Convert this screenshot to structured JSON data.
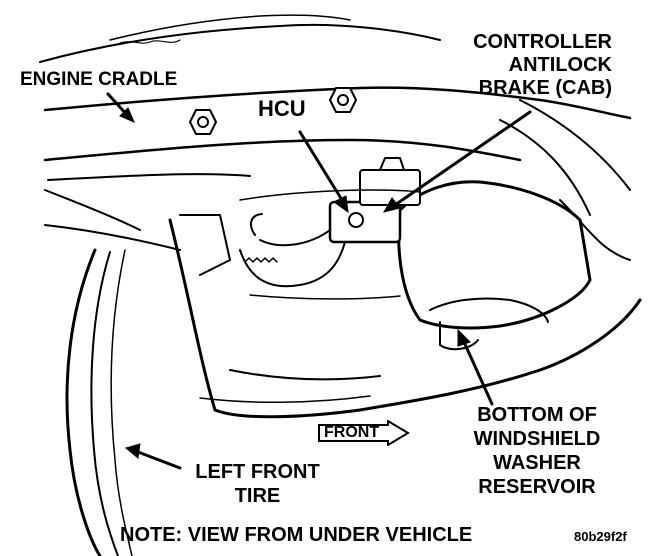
{
  "labels": {
    "controller_line1": "CONTROLLER",
    "controller_line2": "ANTILOCK",
    "controller_line3": "BRAKE (CAB)",
    "engine_cradle": "ENGINE CRADLE",
    "hcu": "HCU",
    "bottom_line1": "BOTTOM OF",
    "bottom_line2": "WINDSHIELD",
    "bottom_line3": "WASHER",
    "bottom_line4": "RESERVOIR",
    "front": "FRONT",
    "left_front_line1": "LEFT FRONT",
    "left_front_line2": "TIRE",
    "note": "NOTE: VIEW FROM UNDER VEHICLE",
    "figure_code": "80b29f2f"
  },
  "icons": [
    "front-arrow-icon",
    "hcu-pointer-icon",
    "cab-pointer-icon",
    "reservoir-pointer-icon",
    "tire-pointer-icon",
    "engine-cradle-pointer-icon"
  ],
  "colors": {
    "ink": "#000000",
    "paper": "#ffffff"
  }
}
